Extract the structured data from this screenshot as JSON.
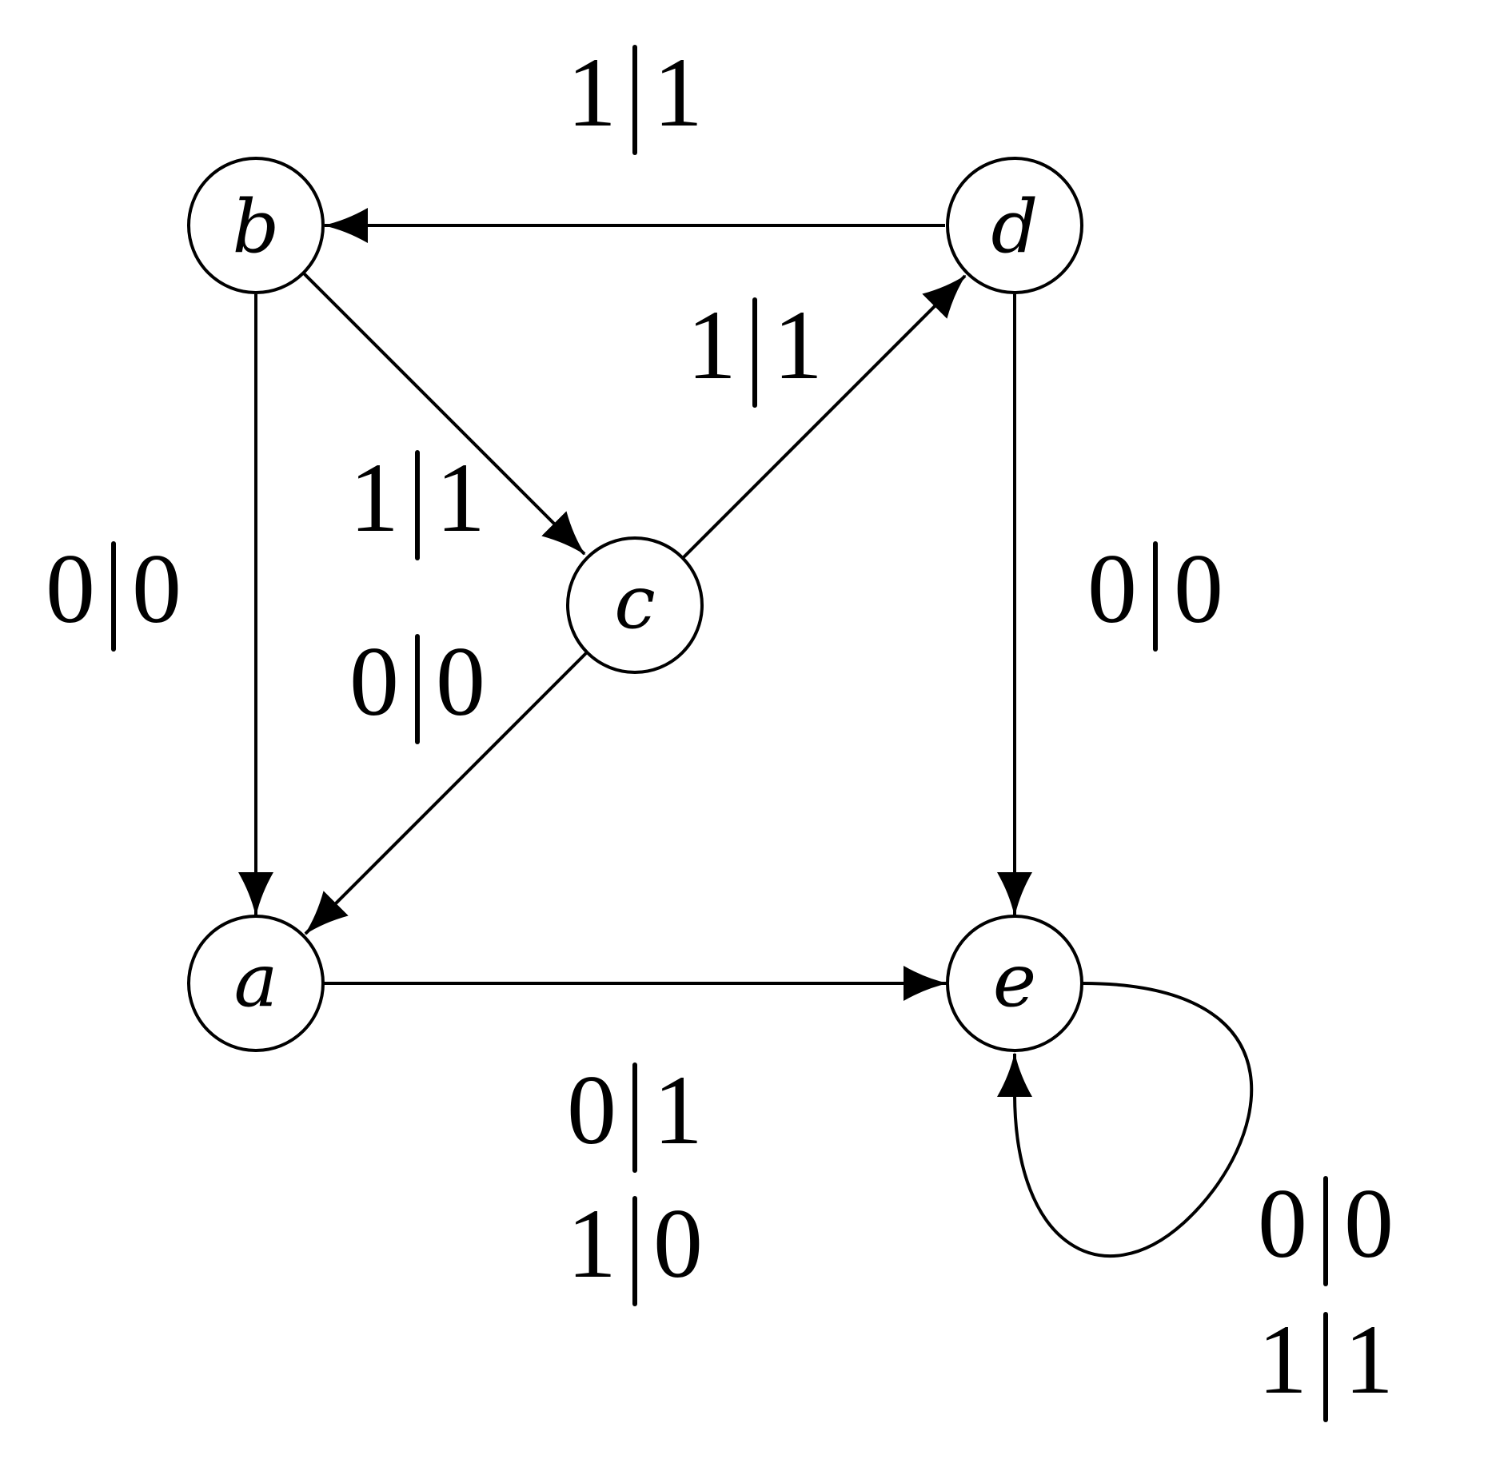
{
  "nodes": {
    "a": "a",
    "b": "b",
    "c": "c",
    "d": "d",
    "e": "e"
  },
  "edges": {
    "d_to_b": [
      "1|1"
    ],
    "c_to_d": [
      "1|1"
    ],
    "b_to_c": [
      "1|1"
    ],
    "b_to_a": [
      "0|0"
    ],
    "d_to_e": [
      "0|0"
    ],
    "c_to_a": [
      "0|0"
    ],
    "a_to_e": [
      "0|1",
      "1|0"
    ],
    "e_loop": [
      "0|0",
      "1|1"
    ]
  }
}
